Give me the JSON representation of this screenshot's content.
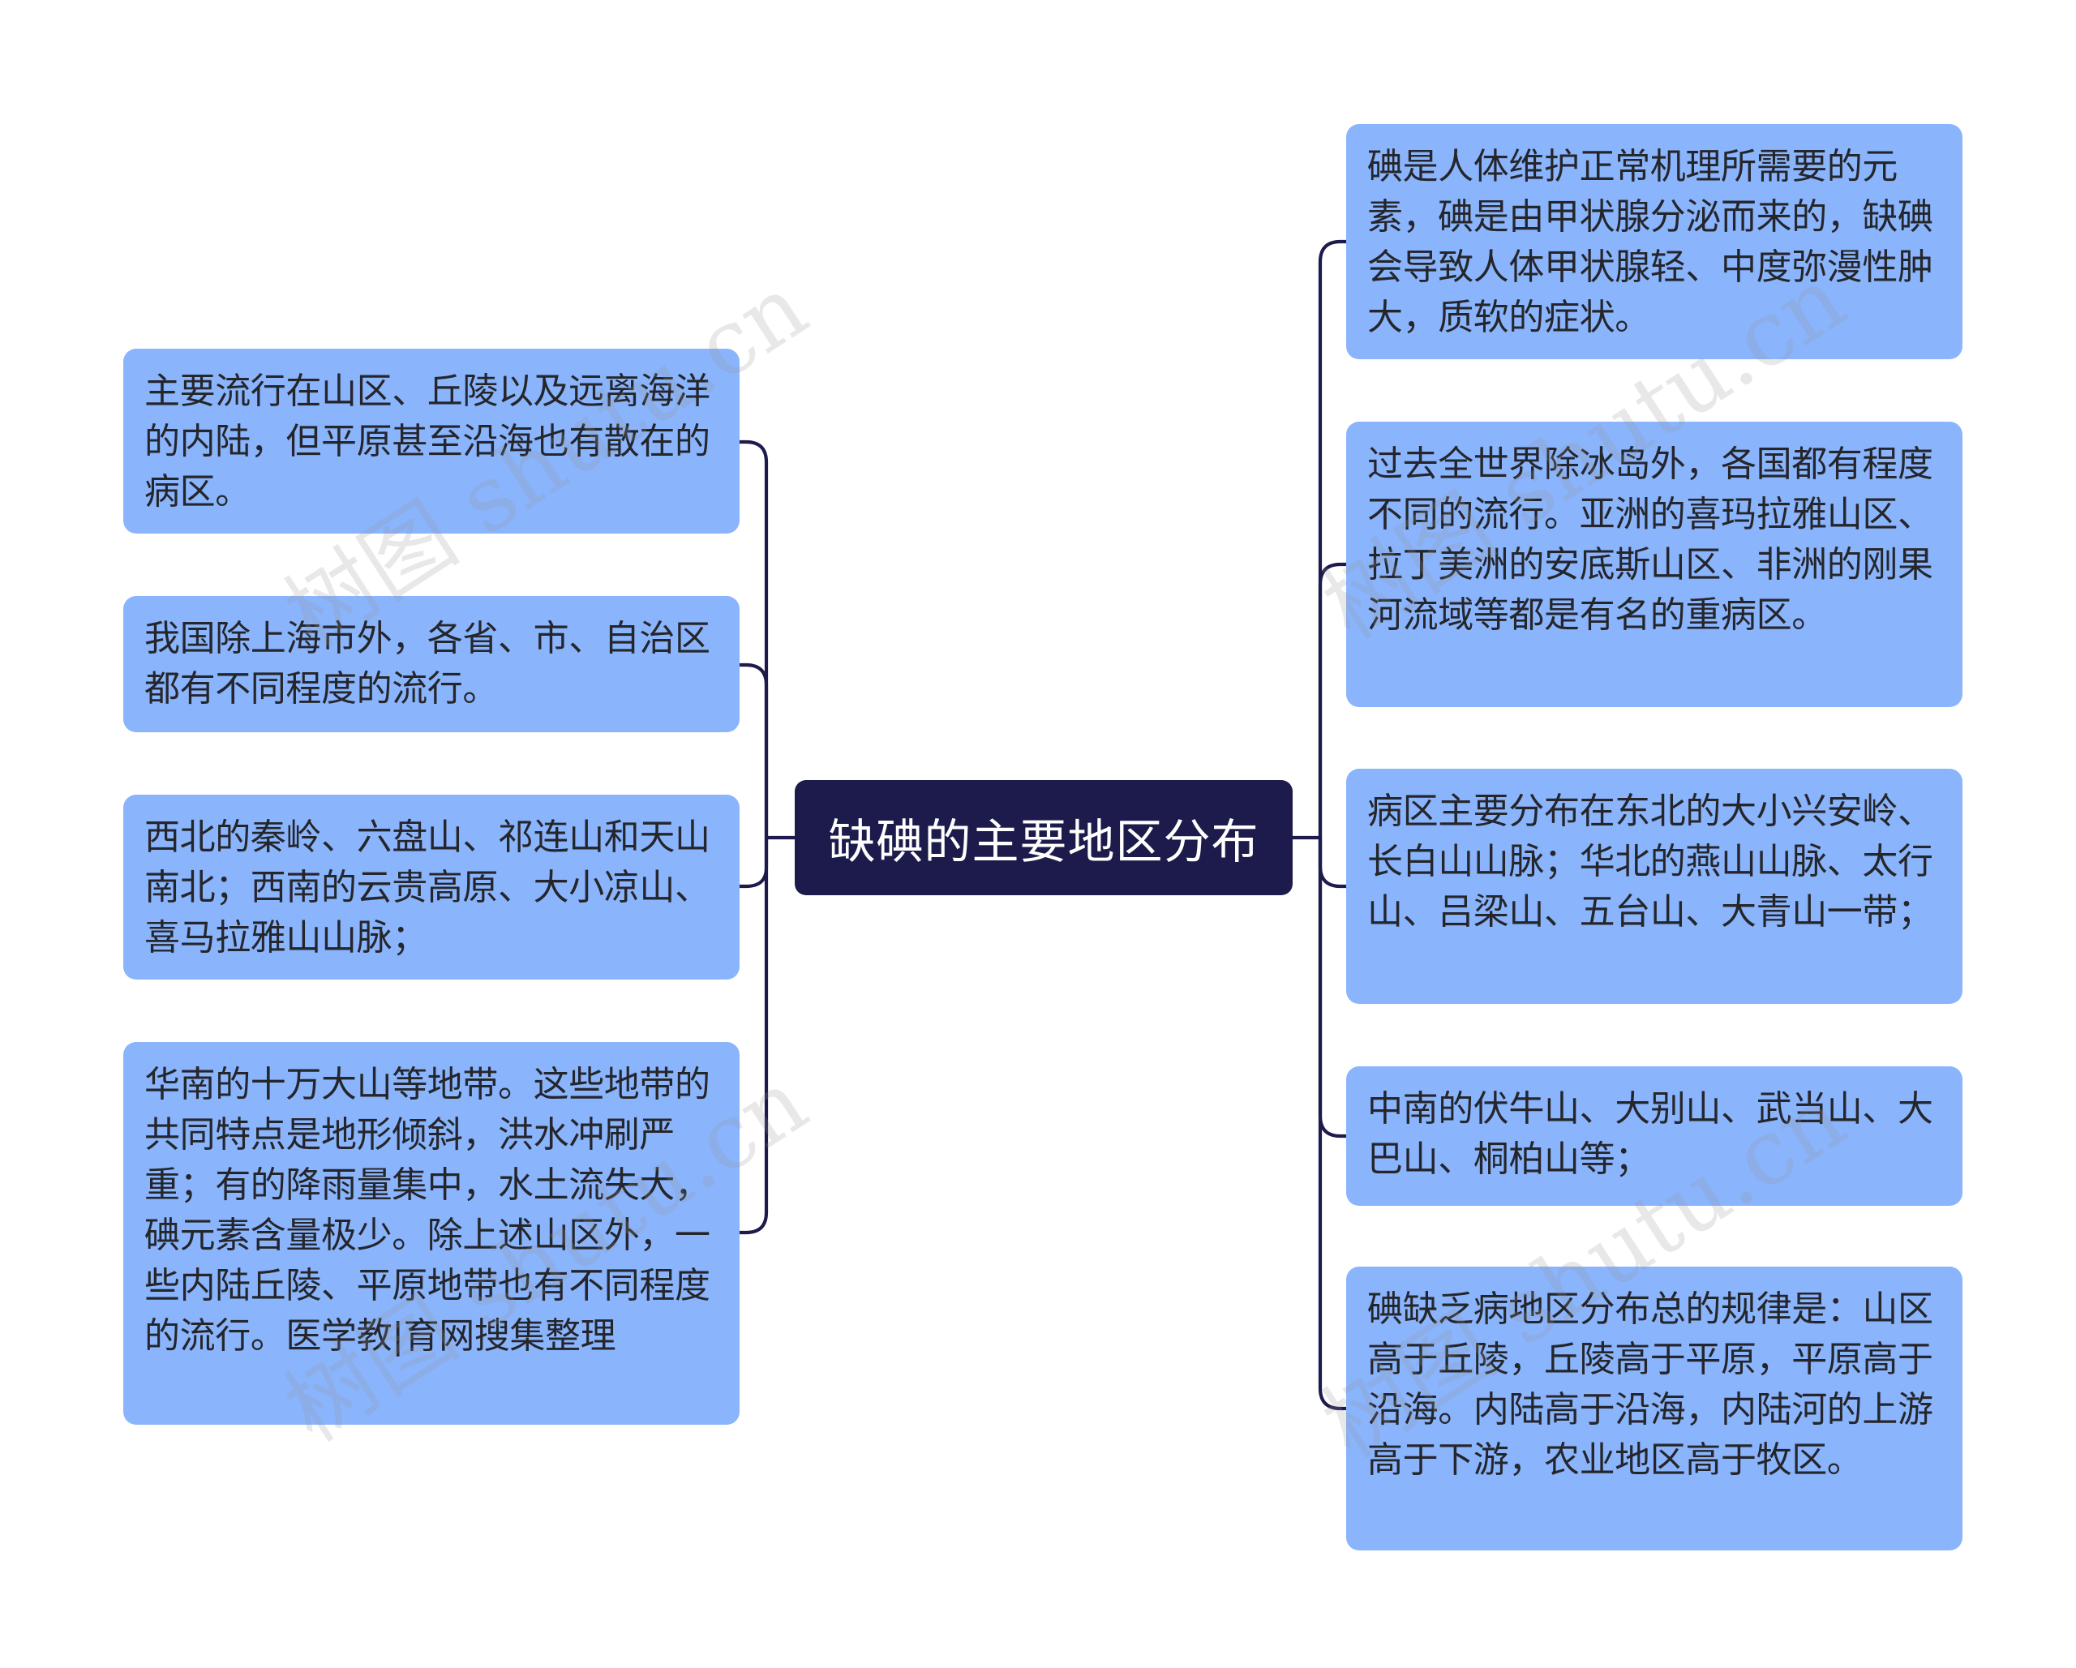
{
  "root": {
    "label": "缺碘的主要地区分布"
  },
  "left_nodes": [
    {
      "text": "主要流行在山区、丘陵以及远离海洋的内陆，但平原甚至沿海也有散在的病区。"
    },
    {
      "text": "我国除上海市外，各省、市、自治区都有不同程度的流行。"
    },
    {
      "text": "西北的秦岭、六盘山、祁连山和天山南北；西南的云贵高原、大小凉山、喜马拉雅山山脉；"
    },
    {
      "text": "华南的十万大山等地带。这些地带的共同特点是地形倾斜，洪水冲刷严重；有的降雨量集中，水土流失大，碘元素含量极少。除上述山区外，一些内陆丘陵、平原地带也有不同程度的流行。医学教|育网搜集整理"
    }
  ],
  "right_nodes": [
    {
      "text": "碘是人体维护正常机理所需要的元素，碘是由甲状腺分泌而来的，缺碘会导致人体甲状腺轻、中度弥漫性肿大，质软的症状。"
    },
    {
      "text": "过去全世界除冰岛外，各国都有程度不同的流行。亚洲的喜玛拉雅山区、拉丁美洲的安底斯山区、非洲的刚果河流域等都是有名的重病区。"
    },
    {
      "text": "病区主要分布在东北的大小兴安岭、长白山山脉；华北的燕山山脉、太行山、吕梁山、五台山、大青山一带；"
    },
    {
      "text": "中南的伏牛山、大别山、武当山、大巴山、桐柏山等；"
    },
    {
      "text": "碘缺乏病地区分布总的规律是：山区高于丘陵，丘陵高于平原，平原高于沿海。内陆高于沿海，内陆河的上游高于下游，农业地区高于牧区。"
    }
  ],
  "watermark": "树图 shutu.cn",
  "colors": {
    "root_bg": "#1c1b4c",
    "node_bg": "#8ab4fc",
    "connector": "#1c1b4c"
  }
}
